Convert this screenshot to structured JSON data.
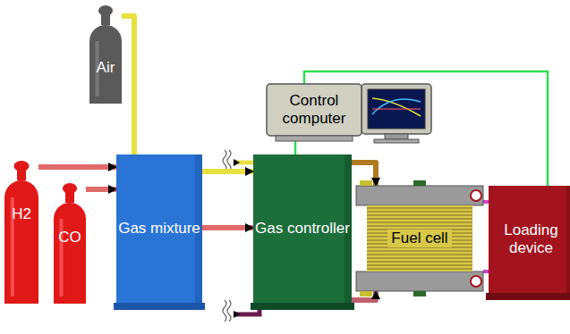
{
  "diagram": {
    "nodes": [
      {
        "text": [
          "Air"
        ]
      },
      {
        "text": [
          "H2"
        ]
      },
      {
        "text": [
          "CO"
        ]
      },
      {
        "text": [
          "Gas mixture"
        ]
      },
      {
        "text": [
          "Gas controller"
        ]
      },
      {
        "text": [
          "Fuel cell"
        ]
      },
      {
        "text": [
          "Loading device"
        ]
      },
      {
        "text": [
          "Control computer"
        ]
      }
    ],
    "edges": [
      {
        "from": 1,
        "to": 3,
        "arrow": "to"
      },
      {
        "from": 2,
        "to": 3,
        "arrow": "to"
      },
      {
        "from": 3,
        "to": 4,
        "arrow": "to"
      },
      {
        "from": 0,
        "to": 4,
        "arrow": "to"
      },
      {
        "from": 4,
        "to": 5,
        "arrow": "to"
      },
      {
        "from": 4,
        "to": 5,
        "arrow": "to"
      },
      {
        "from": 7,
        "to": 4,
        "arrow": "none"
      },
      {
        "from": 7,
        "to": 6,
        "arrow": "none"
      },
      {
        "from": 5,
        "to": 6,
        "arrow": "none"
      }
    ]
  }
}
